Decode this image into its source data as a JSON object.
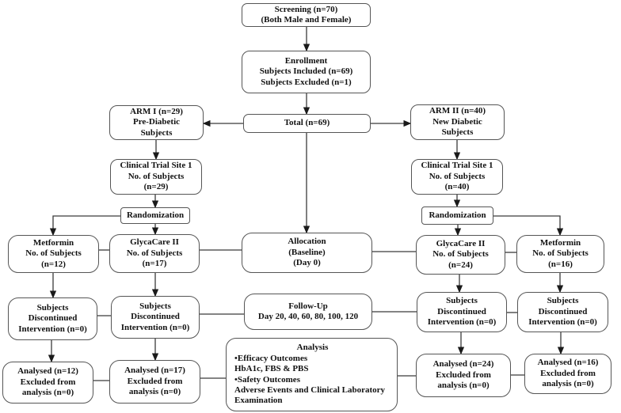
{
  "diagram": {
    "title_semantic": "Clinical trial CONSORT flow diagram",
    "colors": {
      "background": "#ffffff",
      "box_border": "#555555",
      "text": "#111111",
      "connector": "#2a2a2a"
    },
    "boxes": {
      "screening": {
        "lines": [
          "Screening (n=70)",
          "(Both Male and Female)"
        ]
      },
      "enrollment": {
        "lines": [
          "Enrollment",
          "Subjects Included (n=69)",
          "Subjects Excluded (n=1)"
        ]
      },
      "arm_1": {
        "lines": [
          "ARM  I (n=29)",
          "Pre-Diabetic",
          "Subjects"
        ]
      },
      "total": {
        "lines": [
          "Total (n=69)"
        ]
      },
      "arm_2": {
        "lines": [
          "ARM  II (n=40)",
          "New Diabetic",
          "Subjects"
        ]
      },
      "site_left": {
        "lines": [
          "Clinical Trial Site 1",
          "No. of Subjects",
          "(n=29)"
        ]
      },
      "site_right": {
        "lines": [
          "Clinical Trial Site 1",
          "No. of Subjects",
          "(n=40)"
        ]
      },
      "randomization_left": {
        "lines": [
          "Randomization"
        ]
      },
      "randomization_right": {
        "lines": [
          "Randomization"
        ]
      },
      "metformin_left": {
        "lines": [
          "Metformin",
          "No. of Subjects",
          "(n=12)"
        ]
      },
      "glycacare_left": {
        "lines": [
          "GlycaCare II",
          "No. of Subjects",
          "(n=17)"
        ]
      },
      "allocation": {
        "lines": [
          "Allocation",
          "(Baseline)",
          "(Day 0)"
        ]
      },
      "glycacare_right": {
        "lines": [
          "GlycaCare II",
          "No. of Subjects",
          "(n=24)"
        ]
      },
      "metformin_right": {
        "lines": [
          "Metformin",
          "No. of Subjects",
          "(n=16)"
        ]
      },
      "discontinued_1": {
        "lines": [
          "Subjects",
          "Discontinued",
          "Intervention (n=0)"
        ]
      },
      "discontinued_2": {
        "lines": [
          "Subjects",
          "Discontinued",
          "Intervention (n=0)"
        ]
      },
      "followup": {
        "lines": [
          "Follow-Up",
          "Day  20, 40, 60, 80, 100, 120"
        ]
      },
      "discontinued_3": {
        "lines": [
          "Subjects",
          "Discontinued",
          "Intervention (n=0)"
        ]
      },
      "discontinued_4": {
        "lines": [
          "Subjects",
          "Discontinued",
          "Intervention (n=0)"
        ]
      },
      "analysed_12": {
        "lines": [
          "Analysed  (n=12)",
          "Excluded  from",
          "analysis (n=0)"
        ]
      },
      "analysed_17": {
        "lines": [
          "Analysed  (n=17)",
          "Excluded  from",
          "analysis (n=0)"
        ]
      },
      "analysis": {
        "title": "Analysis",
        "lines": [
          "•Efficacy Outcomes",
          "HbA1c, FBS & PBS",
          "•Safety Outcomes",
          "Adverse Events and Clinical Laboratory",
          "Examination"
        ]
      },
      "analysed_24": {
        "lines": [
          "Analysed  (n=24)",
          "Excluded  from",
          "analysis (n=0)"
        ]
      },
      "analysed_16": {
        "lines": [
          "Analysed  (n=16)",
          "Excluded  from",
          "analysis (n=0)"
        ]
      }
    }
  }
}
